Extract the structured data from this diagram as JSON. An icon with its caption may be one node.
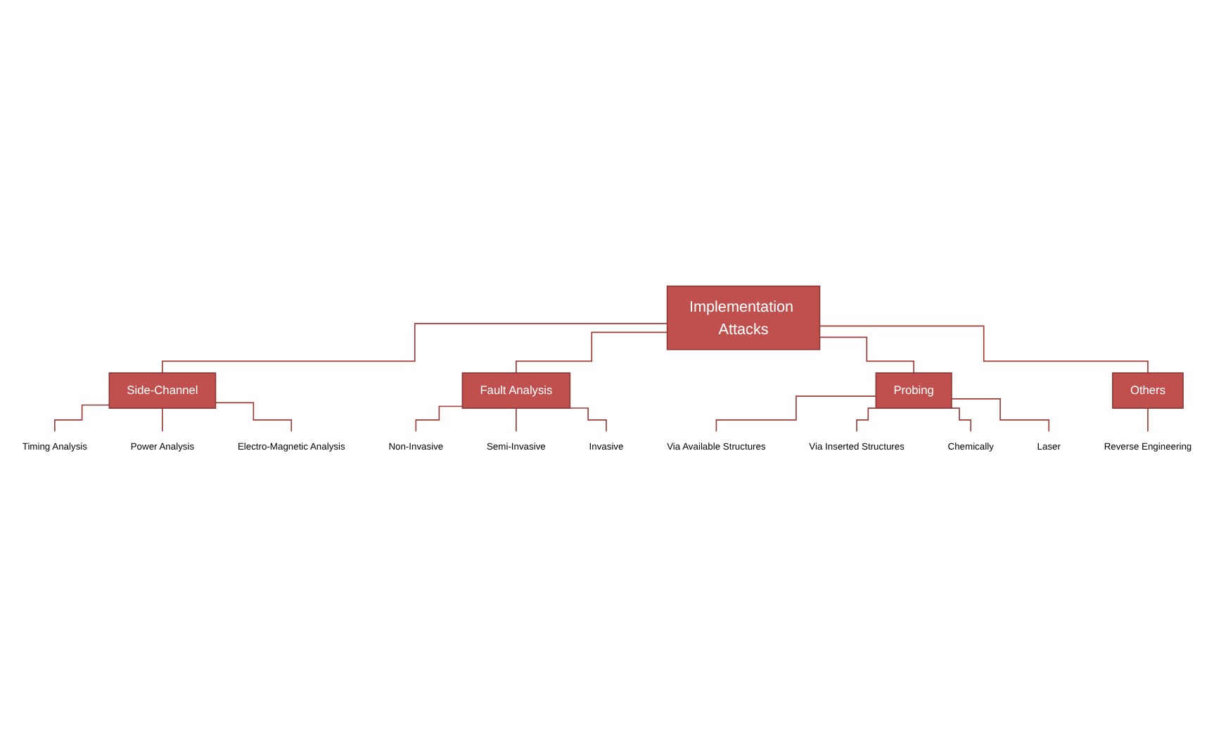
{
  "diagram": {
    "nodes": [
      {
        "text": [
          "Implementation Attacks"
        ]
      },
      {
        "text": [
          "Side-Channel"
        ]
      },
      {
        "text": [
          "Fault Analysis"
        ]
      },
      {
        "text": [
          "Probing"
        ]
      },
      {
        "text": [
          "Others"
        ]
      },
      {
        "text": [
          "Timing Analysis"
        ]
      },
      {
        "text": [
          "Power Analysis"
        ]
      },
      {
        "text": [
          "Electro-Magnetic Analysis"
        ]
      },
      {
        "text": [
          "Non-Invasive"
        ]
      },
      {
        "text": [
          "Semi-Invasive"
        ]
      },
      {
        "text": [
          "Invasive"
        ]
      },
      {
        "text": [
          "Via Available Structures"
        ]
      },
      {
        "text": [
          "Via Inserted Structures"
        ]
      },
      {
        "text": [
          "Chemically"
        ]
      },
      {
        "text": [
          "Laser"
        ]
      },
      {
        "text": [
          "Reverse Engineering"
        ]
      }
    ],
    "edges": [
      {
        "from": 0,
        "to": 1,
        "arrow": "none"
      },
      {
        "from": 0,
        "to": 2,
        "arrow": "none"
      },
      {
        "from": 0,
        "to": 3,
        "arrow": "none"
      },
      {
        "from": 0,
        "to": 4,
        "arrow": "none"
      },
      {
        "from": 1,
        "to": 5,
        "arrow": "none"
      },
      {
        "from": 1,
        "to": 6,
        "arrow": "none"
      },
      {
        "from": 1,
        "to": 7,
        "arrow": "none"
      },
      {
        "from": 2,
        "to": 8,
        "arrow": "none"
      },
      {
        "from": 2,
        "to": 9,
        "arrow": "none"
      },
      {
        "from": 2,
        "to": 10,
        "arrow": "none"
      },
      {
        "from": 3,
        "to": 11,
        "arrow": "none"
      },
      {
        "from": 3,
        "to": 12,
        "arrow": "none"
      },
      {
        "from": 3,
        "to": 13,
        "arrow": "none"
      },
      {
        "from": 3,
        "to": 14,
        "arrow": "none"
      },
      {
        "from": 4,
        "to": 15,
        "arrow": "none"
      }
    ]
  }
}
